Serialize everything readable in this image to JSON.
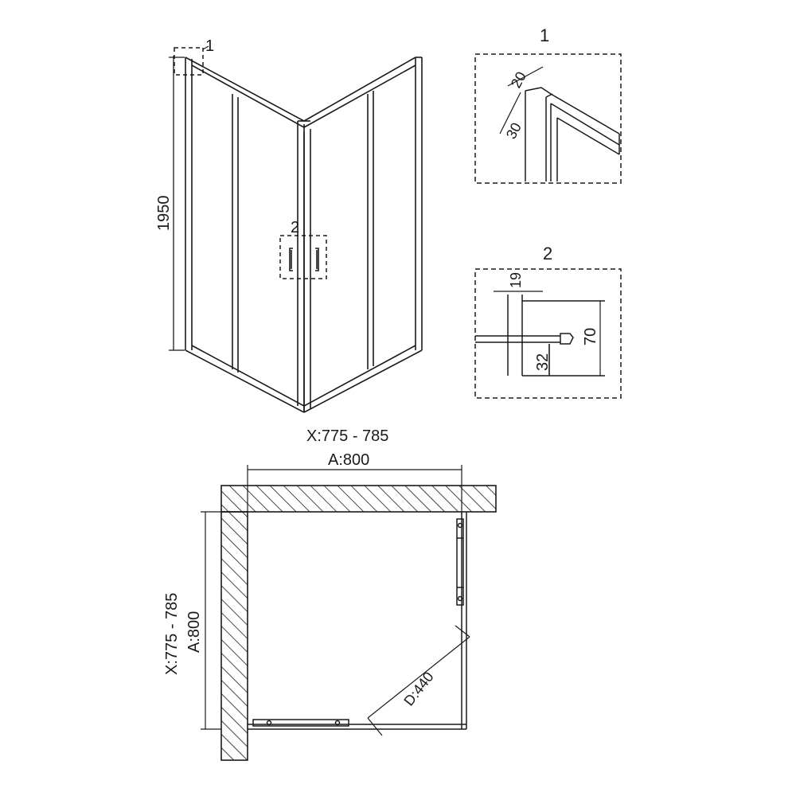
{
  "labels": {
    "detail_1_marker": "1",
    "detail_2_marker": "2",
    "height": "1950",
    "detail_1_title": "1",
    "detail_1_width": "20",
    "detail_1_depth": "30",
    "detail_2_title": "2",
    "detail_2_gap": "19",
    "detail_2_height": "70",
    "detail_2_offset": "32",
    "plan_top_x": "X:775 - 785",
    "plan_top_a": "A:800",
    "plan_left_x": "X:775 - 785",
    "plan_left_a": "A:800",
    "plan_door": "D:440"
  },
  "colors": {
    "line": "#1a1a1a",
    "wall_fill": "#ffffff",
    "background": "#ffffff"
  }
}
